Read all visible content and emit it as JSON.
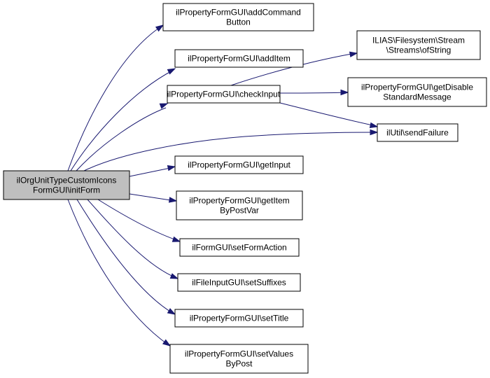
{
  "root": {
    "id": "root",
    "lines": [
      "ilOrgUnitTypeCustomIcons",
      "FormGUI\\initForm"
    ]
  },
  "nodes": [
    {
      "id": "addCommandButton",
      "lines": [
        "ilPropertyFormGUI\\addCommand",
        "Button"
      ]
    },
    {
      "id": "addItem",
      "lines": [
        "ilPropertyFormGUI\\addItem"
      ]
    },
    {
      "id": "checkInput",
      "lines": [
        "ilPropertyFormGUI\\checkInput"
      ]
    },
    {
      "id": "ofString",
      "lines": [
        "ILIAS\\Filesystem\\Stream",
        "\\Streams\\ofString"
      ]
    },
    {
      "id": "getDisableStandardMessage",
      "lines": [
        "ilPropertyFormGUI\\getDisable",
        "StandardMessage"
      ]
    },
    {
      "id": "sendFailure",
      "lines": [
        "ilUtil\\sendFailure"
      ]
    },
    {
      "id": "getInput",
      "lines": [
        "ilPropertyFormGUI\\getInput"
      ]
    },
    {
      "id": "getItemByPostVar",
      "lines": [
        "ilPropertyFormGUI\\getItem",
        "ByPostVar"
      ]
    },
    {
      "id": "setFormAction",
      "lines": [
        "ilFormGUI\\setFormAction"
      ]
    },
    {
      "id": "setSuffixes",
      "lines": [
        "ilFileInputGUI\\setSuffixes"
      ]
    },
    {
      "id": "setTitle",
      "lines": [
        "ilPropertyFormGUI\\setTitle"
      ]
    },
    {
      "id": "setValuesByPost",
      "lines": [
        "ilPropertyFormGUI\\setValues",
        "ByPost"
      ]
    }
  ],
  "edges": [
    {
      "from": "root",
      "to": "addCommandButton"
    },
    {
      "from": "root",
      "to": "addItem"
    },
    {
      "from": "root",
      "to": "checkInput"
    },
    {
      "from": "root",
      "to": "sendFailure"
    },
    {
      "from": "root",
      "to": "getInput"
    },
    {
      "from": "root",
      "to": "getItemByPostVar"
    },
    {
      "from": "root",
      "to": "setFormAction"
    },
    {
      "from": "root",
      "to": "setSuffixes"
    },
    {
      "from": "root",
      "to": "setTitle"
    },
    {
      "from": "root",
      "to": "setValuesByPost"
    },
    {
      "from": "checkInput",
      "to": "ofString"
    },
    {
      "from": "checkInput",
      "to": "getDisableStandardMessage"
    },
    {
      "from": "checkInput",
      "to": "sendFailure"
    }
  ],
  "colors": {
    "edge": "#191970",
    "root_fill": "#bfbfbf",
    "node_fill": "#ffffff",
    "node_border": "#000000"
  }
}
